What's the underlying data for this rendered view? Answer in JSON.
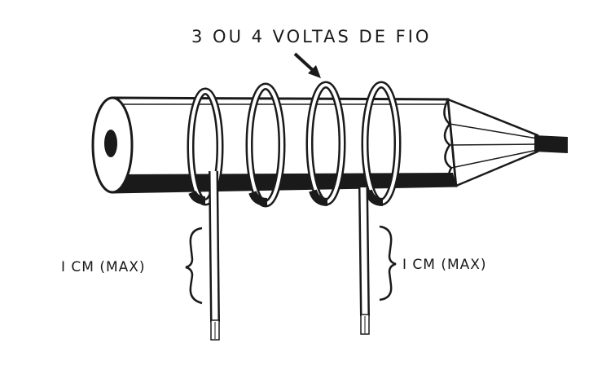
{
  "diagram": {
    "title": "3 OU 4 VOLTAS DE FIO",
    "left_dimension": "I CM (MAX)",
    "right_dimension": "I CM (MAX)"
  },
  "colors": {
    "ink": "#1a1a1a",
    "paper": "#ffffff"
  }
}
